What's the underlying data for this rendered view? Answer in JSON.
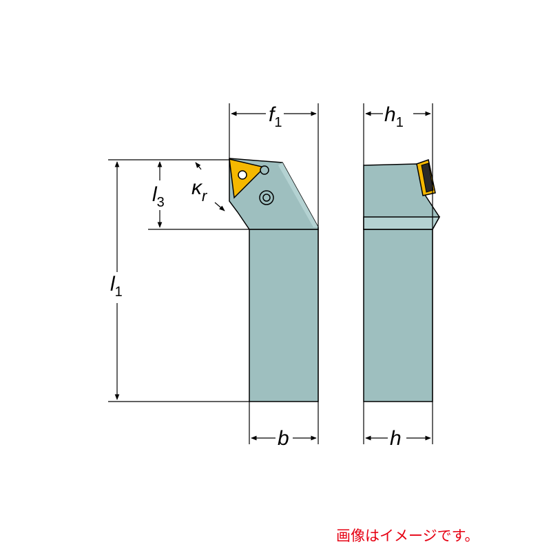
{
  "diagram": {
    "labels": {
      "f": "f",
      "f_sub": "1",
      "h1": "h",
      "h1_sub": "1",
      "l3": "l",
      "l3_sub": "3",
      "kappa": "κ",
      "kappa_sub": "r",
      "l1": "l",
      "l1_sub": "1",
      "b": "b",
      "h": "h"
    },
    "colors": {
      "body": "#9ebfbf",
      "body_shade": "#b4d2d2",
      "insert": "#f5b800",
      "outline": "#000000"
    }
  },
  "caption": {
    "text": "画像はイメージです。"
  }
}
